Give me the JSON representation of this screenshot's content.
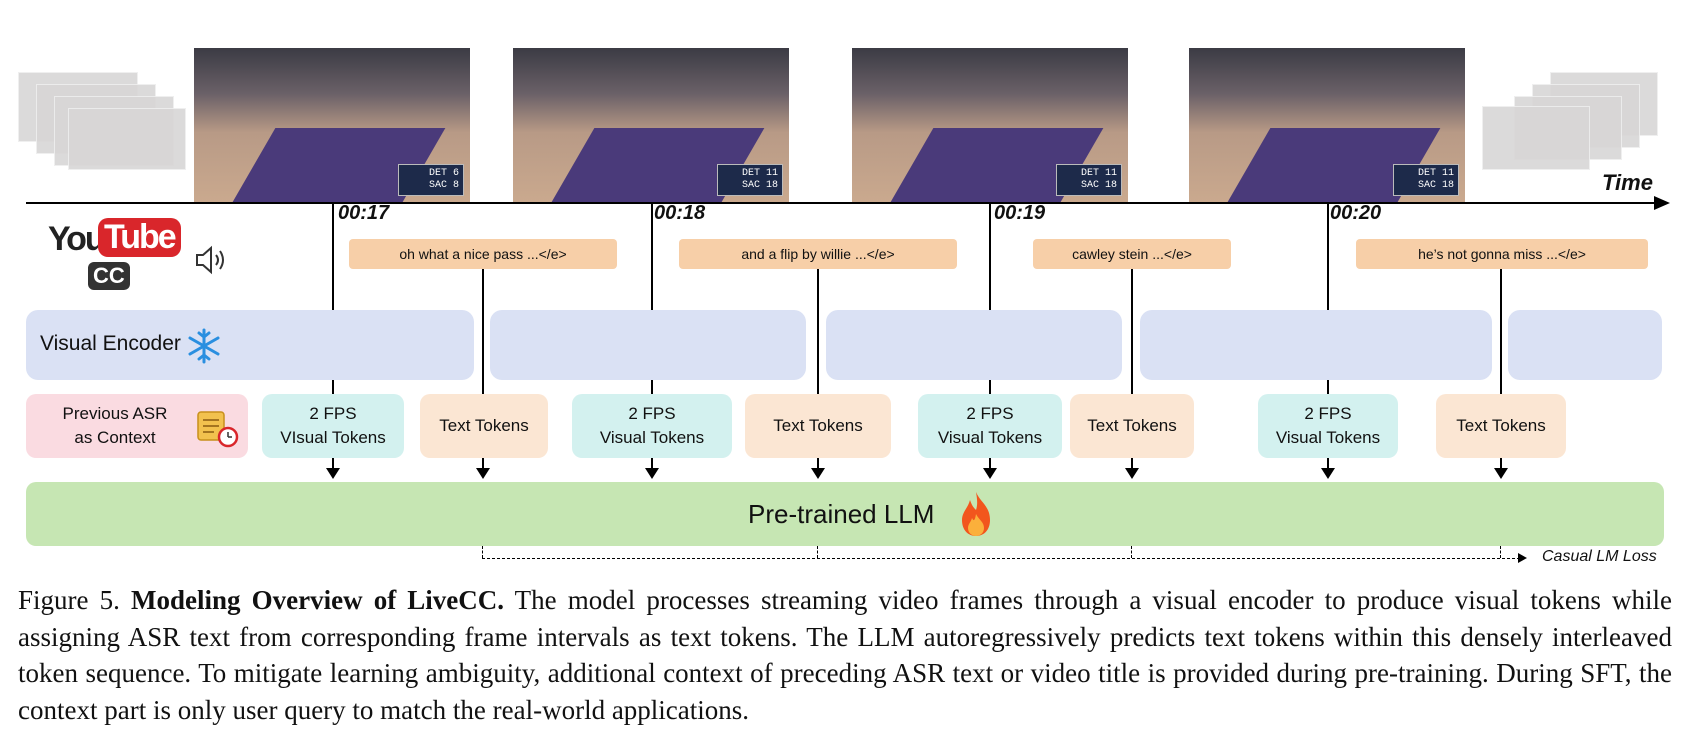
{
  "timeline": {
    "label": "Time",
    "timestamps": [
      "00:17",
      "00:18",
      "00:19",
      "00:20"
    ]
  },
  "logo": {
    "top": "You",
    "tube": "Tube",
    "cc": "CC"
  },
  "asr_texts": [
    "oh what a nice pass ...</e>",
    "and a flip by willie ...</e>",
    "cawley stein ...</e>",
    "he’s not gonna miss ...</e>"
  ],
  "encoder": {
    "label": "Visual Encoder"
  },
  "context": {
    "line1": "Previous ASR",
    "line2": "as Context"
  },
  "tokens": [
    {
      "line1": "2 FPS",
      "line2": "VIsual Tokens"
    },
    {
      "line1": "Text Tokens"
    },
    {
      "line1": "2 FPS",
      "line2": "Visual Tokens"
    },
    {
      "line1": "Text Tokens"
    },
    {
      "line1": "2 FPS",
      "line2": "Visual Tokens"
    },
    {
      "line1": "Text Tokens"
    },
    {
      "line1": "2 FPS",
      "line2": "Visual Tokens"
    },
    {
      "line1": "Text Tokens"
    }
  ],
  "llm": {
    "label": "Pre-trained LLM"
  },
  "loss": {
    "label": "Casual LM Loss"
  },
  "scores": [
    {
      "a": "DET  6",
      "b": "SAC  8"
    },
    {
      "a": "DET 11",
      "b": "SAC 18"
    },
    {
      "a": "DET 11",
      "b": "SAC 18"
    },
    {
      "a": "DET 11",
      "b": "SAC 18"
    }
  ],
  "caption": {
    "figure": "Figure 5.",
    "title": "Modeling Overview of LiveCC.",
    "body": " The model processes streaming video frames through a visual encoder to produce visual tokens while assigning ASR text from corresponding frame intervals as text tokens.  The LLM autoregressively predicts text tokens within this densely interleaved token sequence.  To mitigate learning ambiguity, additional context of preceding ASR text or video title is provided during pre-training. During SFT, the context part is only user query to match the real-world applications."
  },
  "colors": {
    "asr_box": "#f7cfa8",
    "encoder": "#dae1f4",
    "visual_tokens": "#d3f1ef",
    "text_tokens": "#fbe6d3",
    "context": "#fadbe1",
    "llm": "#c6e6b3",
    "youtube_red": "#d9262b"
  }
}
